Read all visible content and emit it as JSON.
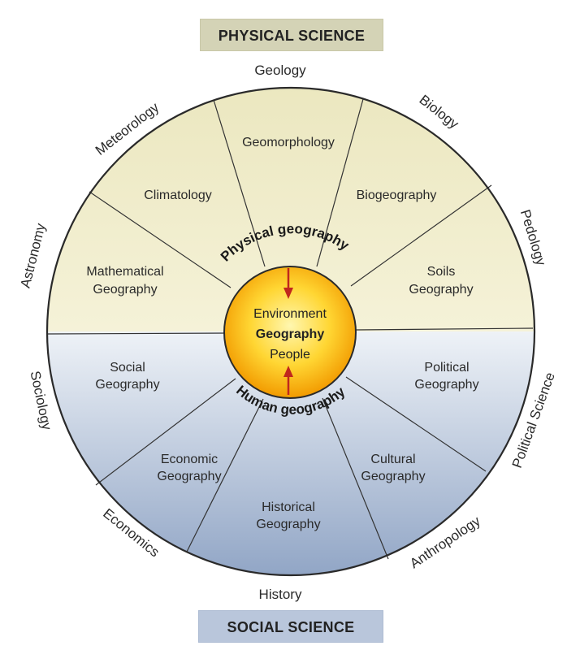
{
  "banners": {
    "top": "PHYSICAL SCIENCE",
    "bottom": "SOCIAL SCIENCE"
  },
  "center": {
    "line1": "Environment",
    "line2": "Geography",
    "line3": "People"
  },
  "arc_labels": {
    "top": "Physical geography",
    "bottom": "Human geography"
  },
  "sectors": {
    "geomorphology": [
      "Geomorphology"
    ],
    "climatology": [
      "Climatology"
    ],
    "biogeography": [
      "Biogeography"
    ],
    "mathematical": [
      "Mathematical",
      "Geography"
    ],
    "soils": [
      "Soils",
      "Geography"
    ],
    "social": [
      "Social",
      "Geography"
    ],
    "political": [
      "Political",
      "Geography"
    ],
    "economic": [
      "Economic",
      "Geography"
    ],
    "cultural": [
      "Cultural",
      "Geography"
    ],
    "historical": [
      "Historical",
      "Geography"
    ]
  },
  "outer_disciplines": {
    "geology": "Geology",
    "meteorology": "Meteorology",
    "biology": "Biology",
    "astronomy": "Astronomy",
    "pedology": "Pedology",
    "sociology": "Sociology",
    "political_science": "Political Science",
    "economics": "Economics",
    "anthropology": "Anthropology",
    "history": "History"
  },
  "colors": {
    "physical_fill": "#f0edc9",
    "social_fill_top": "#eef2f7",
    "social_fill_bottom": "#8ea3c4",
    "core_inner": "#fff5a0",
    "core_outer": "#f4a400",
    "arrow": "#c0271d",
    "line": "#333333"
  }
}
